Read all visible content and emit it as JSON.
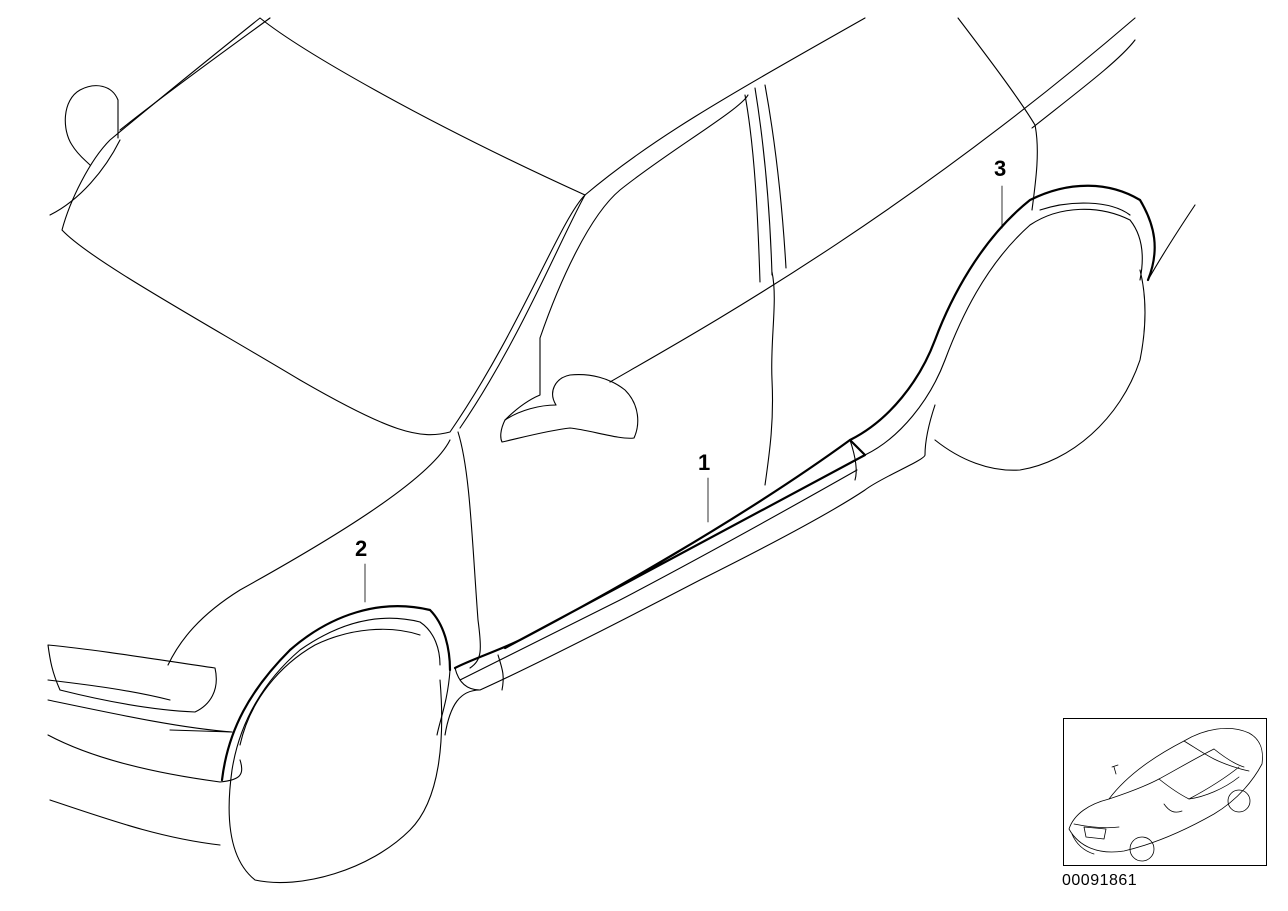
{
  "diagram": {
    "callouts": [
      {
        "id": "1",
        "label": "1",
        "part": "side-skirt"
      },
      {
        "id": "2",
        "label": "2",
        "part": "front-wheel-arch-trim"
      },
      {
        "id": "3",
        "label": "3",
        "part": "rear-wheel-arch-trim"
      }
    ],
    "drawing_number": "00091861"
  },
  "icons": {
    "inset": "car-overview-icon"
  }
}
